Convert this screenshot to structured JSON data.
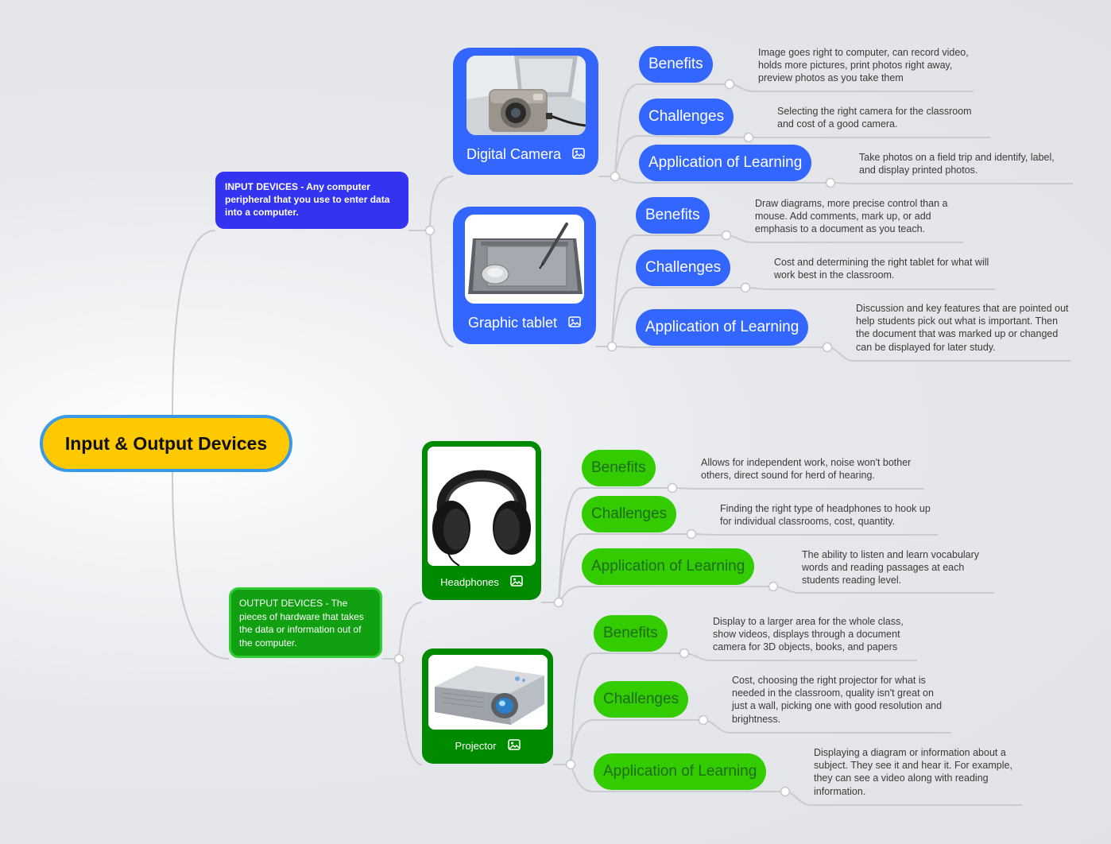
{
  "root": {
    "title": "Input & Output Devices"
  },
  "input_devices": {
    "label": "INPUT DEVICES  -  Any computer peripheral that you use to enter data into a computer.",
    "devices": [
      {
        "name": "Digital Camera",
        "icon": "image-icon",
        "branches": [
          {
            "label": "Benefits",
            "text": "Image goes right to computer, can record video, holds more pictures, print photos right away, preview photos as you take them"
          },
          {
            "label": "Challenges",
            "text": "Selecting the right camera for the classroom and cost of a good camera."
          },
          {
            "label": "Application of Learning",
            "text": "Take photos on a field trip and identify, label, and display printed photos."
          }
        ]
      },
      {
        "name": "Graphic tablet",
        "icon": "image-icon",
        "branches": [
          {
            "label": "Benefits",
            "text": "Draw diagrams, more precise control than a mouse. Add comments, mark up, or add emphasis to a document as you teach."
          },
          {
            "label": "Challenges",
            "text": "Cost and determining the right tablet for what will work best in the classroom."
          },
          {
            "label": "Application of Learning",
            "text": "Discussion and key features that are pointed out help students pick out what is important. Then the document that was marked up or changed can be displayed for later study."
          }
        ]
      }
    ]
  },
  "output_devices": {
    "label": "OUTPUT DEVICES   -  The pieces of hardware that takes the data or information out of the computer.",
    "devices": [
      {
        "name": "Headphones",
        "icon": "image-icon",
        "branches": [
          {
            "label": "Benefits",
            "text": "Allows for independent work, noise won't bother others, direct sound for herd of hearing."
          },
          {
            "label": "Challenges",
            "text": "Finding the right type of headphones to hook up for individual classrooms, cost, quantity."
          },
          {
            "label": "Application of Learning",
            "text": "The ability to listen and learn vocabulary words and reading passages at each students reading level."
          }
        ]
      },
      {
        "name": "Projector",
        "icon": "image-icon",
        "branches": [
          {
            "label": "Benefits",
            "text": "Display to a larger area for the whole class, show videos, displays through a document camera for 3D objects, books, and papers"
          },
          {
            "label": "Challenges",
            "text": "Cost, choosing the right projector for what is needed in the classroom, quality isn't great on just a wall, picking one with good resolution and brightness."
          },
          {
            "label": "Application of Learning",
            "text": "Displaying a diagram or information about a subject. They see it and hear it. For example, they can see a video along with reading information."
          }
        ]
      }
    ]
  },
  "colors": {
    "root_fill": "#ffc900",
    "root_border": "#3a9ae6",
    "input_category": "#3333f0",
    "input_device": "#3366ff",
    "output_category": "#11a011",
    "output_device": "#008a00",
    "output_branch": "#33cc00",
    "output_branch_text": "#1f6b1f",
    "connector": "#c9ccd1"
  }
}
